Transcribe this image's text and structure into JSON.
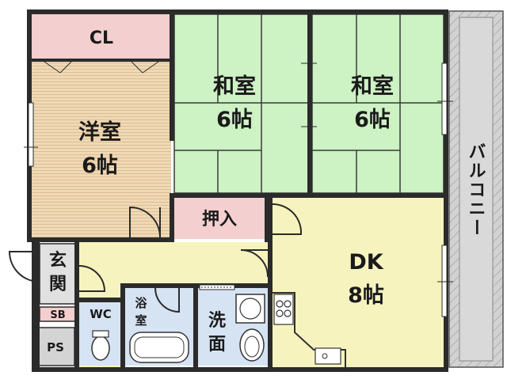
{
  "floor_plan": {
    "rooms": {
      "closet": {
        "label": "CL"
      },
      "western_room": {
        "label_line1": "洋室",
        "label_line2": "6帖"
      },
      "japanese_room_1": {
        "label_line1": "和室",
        "label_line2": "6帖"
      },
      "japanese_room_2": {
        "label_line1": "和室",
        "label_line2": "6帖"
      },
      "oshiire": {
        "label": "押入"
      },
      "balcony": {
        "label": "バルコニー"
      },
      "entrance": {
        "label_line1": "玄",
        "label_line2": "関"
      },
      "shoe_box": {
        "label": "SB"
      },
      "pipe_space": {
        "label": "PS"
      },
      "toilet": {
        "label": "WC"
      },
      "bathroom": {
        "label_line1": "浴",
        "label_line2": "室"
      },
      "washroom": {
        "label_line1": "洗",
        "label_line2": "面"
      },
      "dining_kitchen": {
        "label_line1": "DK",
        "label_line2": "8帖"
      }
    },
    "colors": {
      "closet": "#f3cfcf",
      "oshiire": "#f3cfcf",
      "western_room": "#f0d9b5",
      "japanese_rooms": "#cdf2c4",
      "corridor": "#f7f3bf",
      "dining_kitchen": "#f7f3bf",
      "wet_areas": "#d6e3f3",
      "balcony": "#cfcfcf",
      "walls": "#2b2b2b"
    }
  }
}
